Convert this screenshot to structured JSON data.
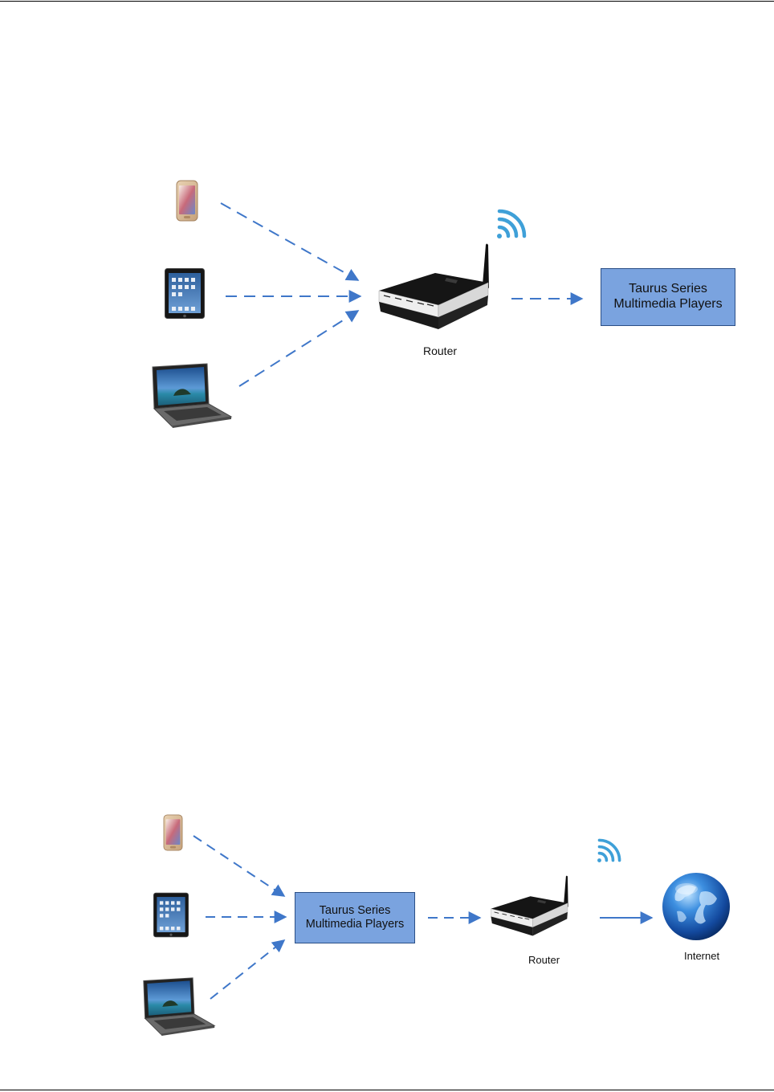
{
  "diagram_top": {
    "router_label": "Router",
    "player_box": {
      "line1": "Taurus Series",
      "line2": "Multimedia Players"
    }
  },
  "diagram_bottom": {
    "router_label": "Router",
    "internet_label": "Internet",
    "player_box": {
      "line1": "Taurus Series",
      "line2": "Multimedia Players"
    }
  },
  "colors": {
    "box_fill": "#7aa3df",
    "box_border": "#2b4f86",
    "arrow": "#3f77c9"
  },
  "icons": [
    "smartphone-icon",
    "tablet-icon",
    "laptop-icon",
    "router-icon",
    "wifi-signal-icon",
    "globe-icon"
  ]
}
